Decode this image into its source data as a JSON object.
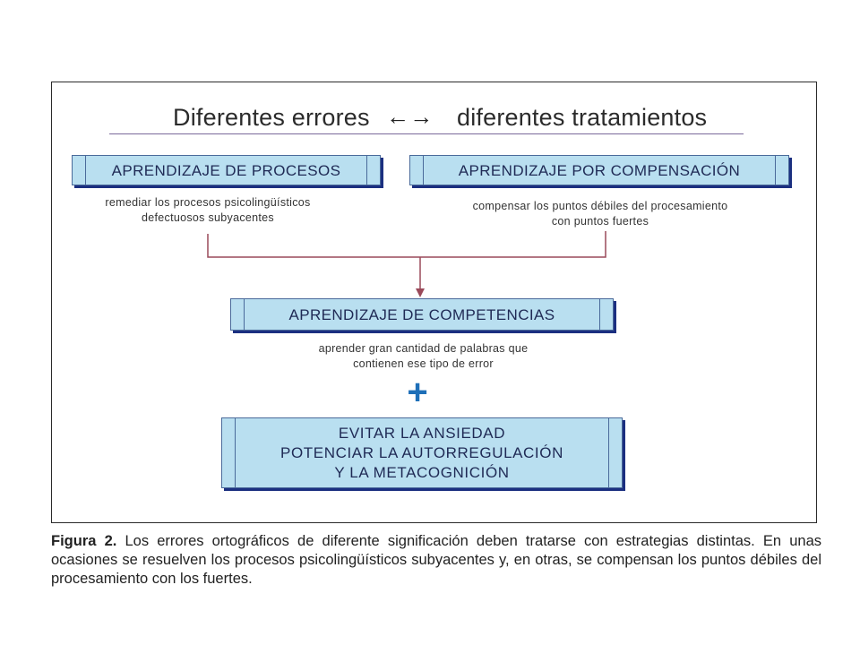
{
  "header": {
    "left": "Diferentes errores",
    "arrows": "←→",
    "right": "diferentes tratamientos"
  },
  "boxes": {
    "procesos": "APRENDIZAJE DE PROCESOS",
    "compensacion": "APRENDIZAJE POR COMPENSACIÓN",
    "competencias": "APRENDIZAJE DE COMPETENCIAS",
    "final_lines": [
      "EVITAR LA ANSIEDAD",
      "POTENCIAR LA AUTORREGULACIÓN",
      "Y LA METACOGNICIÓN"
    ]
  },
  "descriptions": {
    "procesos": [
      "remediar los procesos psicolingüísticos",
      "defectuosos subyacentes"
    ],
    "compensacion": [
      "compensar los puntos débiles del procesamiento",
      "con puntos fuertes"
    ],
    "competencias": [
      "aprender gran cantidad de palabras que",
      "contienen ese tipo de error"
    ]
  },
  "plus_sign": "+",
  "caption": {
    "label": "Figura 2.",
    "text": " Los errores ortográficos de diferente significación deben tratarse con estrategias distintas. En unas ocasiones se resuelven los procesos psicolingüísticos subyacentes y, en otras, se compensan los puntos débiles del procesamiento con los fuertes."
  },
  "colors": {
    "box_fill": "#b9dff0",
    "box_shadow": "#1b2f80",
    "connector": "#9a4a5a",
    "plus": "#1e6fb8"
  }
}
